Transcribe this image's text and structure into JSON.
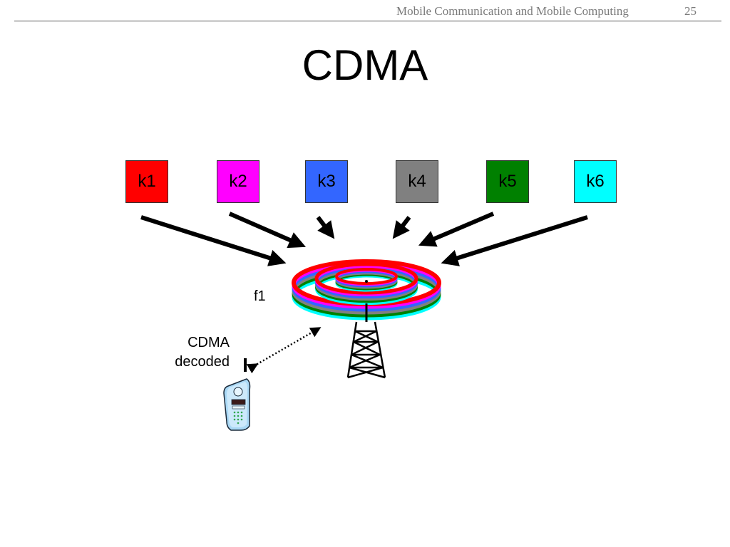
{
  "header": {
    "course": "Mobile Communication and Mobile Computing",
    "page_number": "25"
  },
  "title": "CDMA",
  "keys": [
    {
      "label": "k1",
      "color": "#ff0000"
    },
    {
      "label": "k2",
      "color": "#ff00ff"
    },
    {
      "label": "k3",
      "color": "#3366ff"
    },
    {
      "label": "k4",
      "color": "#808080"
    },
    {
      "label": "k5",
      "color": "#008000"
    },
    {
      "label": "k6",
      "color": "#00ffff"
    }
  ],
  "frequency_label": "f1",
  "receiver": {
    "line1": "CDMA",
    "line2": "decoded"
  },
  "icons": [
    "antenna-tower-icon",
    "mobile-phone-icon",
    "signal-rings-icon"
  ]
}
